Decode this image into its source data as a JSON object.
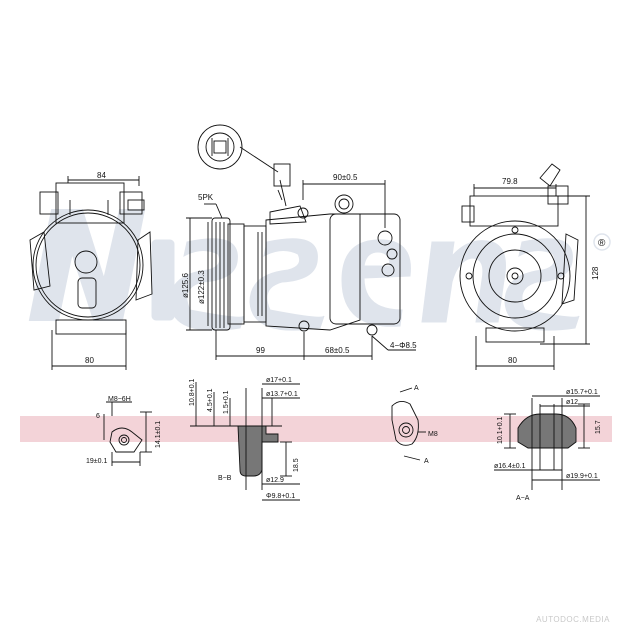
{
  "watermark": {
    "brand": "Nissens",
    "registered": "®"
  },
  "footer": {
    "site": "AUTODOC.MEDIA"
  },
  "colors": {
    "line": "#111111",
    "watermark": "#dfe4ec",
    "band": "#f3d3d8"
  },
  "front_view": {
    "dim_top": "84",
    "dim_bottom": "80"
  },
  "side_view": {
    "label_belt": "5PK",
    "dim_dia_outer": "ø125.6",
    "dim_dia_inner": "ø122±0.3",
    "dim_top": "90±0.5",
    "dim_bottom_left": "99",
    "dim_bottom_right": "68±0.5",
    "dim_holes": "4−Φ8.5"
  },
  "rear_view": {
    "dim_top": "79.8",
    "dim_right": "128",
    "dim_bottom": "80"
  },
  "detail_mount": {
    "thread": "M8−6H",
    "dim_left": "6",
    "dim_right": "14.1±0.1",
    "dim_bottom": "19±0.1"
  },
  "detail_section_bb": {
    "dim_a": "10.8+0.1",
    "dim_b": "4.5+0.1",
    "dim_c": "1.5+0.1",
    "dim_dia1": "ø17+0.1",
    "dim_dia2": "ø13.7+0.1",
    "dim_height": "18.5",
    "dim_dia3": "ø12.9",
    "dim_dia4": "Φ9.8+0.1",
    "section_label": "B−B"
  },
  "detail_port": {
    "marker_top": "A",
    "marker_bottom": "A",
    "thread": "M8"
  },
  "detail_section_aa": {
    "dim_left": "10.1+0.1",
    "dim_dia1": "ø15.7+0.1",
    "dim_dia2": "ø12",
    "dim_right": "15.7",
    "dim_dia3": "ø16.4±0.1",
    "dim_dia4": "ø19.9+0.1",
    "section_label": "A−A"
  }
}
